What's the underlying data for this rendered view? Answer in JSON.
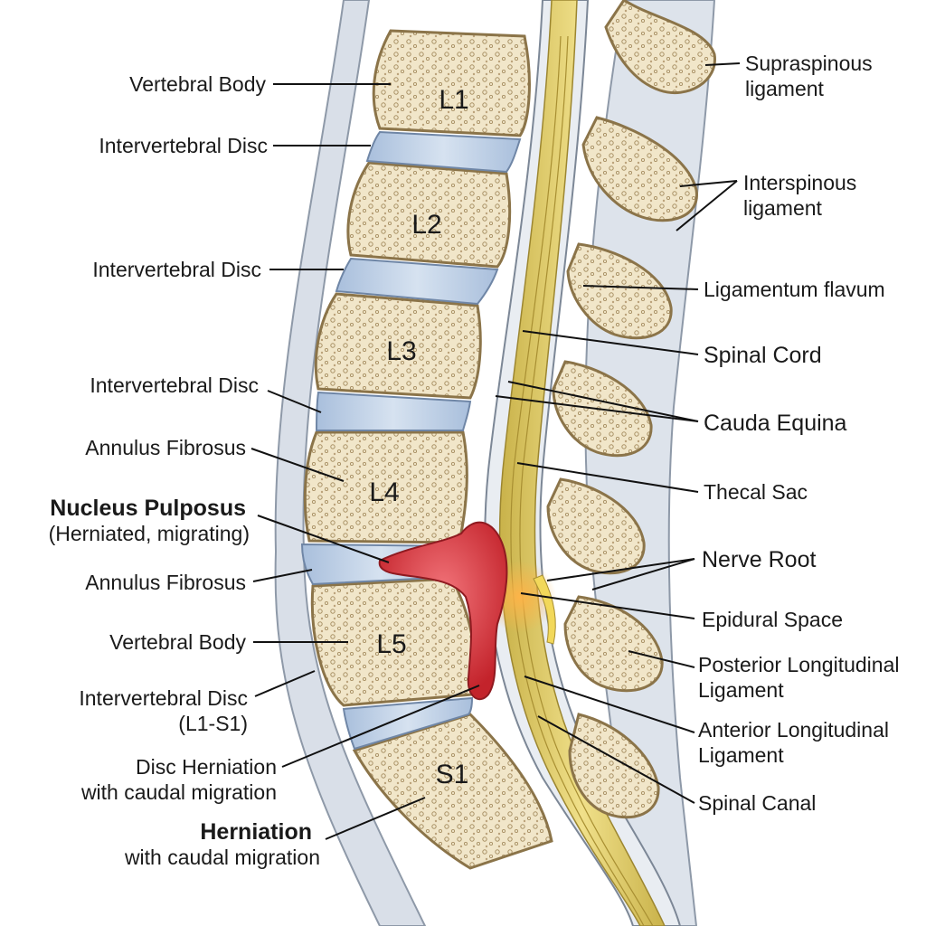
{
  "vertebrae": [
    {
      "id": "l1",
      "label": "L1"
    },
    {
      "id": "l2",
      "label": "L2"
    },
    {
      "id": "l3",
      "label": "L3"
    },
    {
      "id": "l4",
      "label": "L4"
    },
    {
      "id": "l5",
      "label": "L5"
    },
    {
      "id": "s1",
      "label": "S1"
    }
  ],
  "left_labels": {
    "vertebral_body_1": "Vertebral Body",
    "intervertebral_disc_1": "Intervertebral Disc",
    "intervertebral_disc_2": "Intervertebral Disc",
    "intervertebral_disc_3": "Intervertebral Disc",
    "annulus_fibrosus_1": "Annulus Fibrosus",
    "nucleus_pulposus": "Nucleus Pulposus",
    "nucleus_pulposus_sub": "(Herniated, migrating)",
    "annulus_fibrosus_2": "Annulus Fibrosus",
    "vertebral_body_2": "Vertebral Body",
    "intervertebral_disc_4": "Intervertebral Disc",
    "intervertebral_disc_4_sub": "(L1-S1)",
    "disc_herniation": "Disc Herniation",
    "disc_herniation_sub": "with caudal migration",
    "herniation": "Herniation",
    "herniation_sub": "with caudal migration"
  },
  "right_labels": {
    "supraspinous_1": "Supraspinous",
    "supraspinous_2": "ligament",
    "interspinous_1": "Interspinous",
    "interspinous_2": "ligament",
    "ligamentum_flavum": "Ligamentum flavum",
    "spinal_cord": "Spinal Cord",
    "cauda_equina": "Cauda Equina",
    "thecal_sac": "Thecal Sac",
    "nerve_root": "Nerve Root",
    "epidural_space": "Epidural Space",
    "pll_1": "Posterior Longitudinal",
    "pll_2": "Ligament",
    "all_1": "Anterior Longitudinal",
    "all_2": "Ligament",
    "spinal_canal": "Spinal Canal"
  },
  "colors": {
    "bone": "#efe3c4",
    "bone_edge": "#a08a5c",
    "disc": "#b9cde4",
    "cord": "#e2cf6a",
    "herniation": "#d8323a",
    "ligament": "#d7dde6"
  }
}
